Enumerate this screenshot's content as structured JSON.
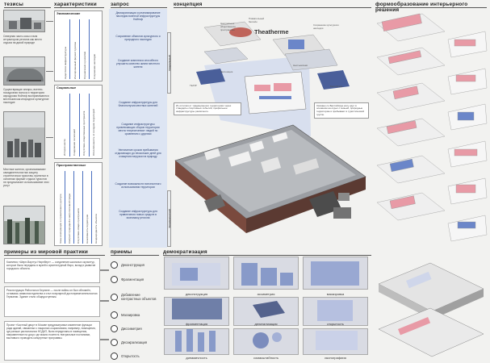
{
  "sections": {
    "theses": "тезисы",
    "characteristics": "характеристики",
    "request": "запрос",
    "concept": "концепция",
    "interior": "формообразование интерьерного решения",
    "world_examples": "примеры из мировой практики",
    "techniques": "приемы",
    "democratization": "демократизация"
  },
  "theses": [
    "Северная часть косы стала аттрактором региона как место отдыха на дикой природе",
    "Существующие ангары, военно-посадочная полоса и территория аэродрома Нойтиф воспринимаются местными как инородное культурное наследие",
    "Местные жители, организовывают самодеятельностью защиту стратегически туристам, принятых в основном формат отдыха туристов не предполагает использование этих услуг"
  ],
  "characteristics": {
    "economic": {
      "title": "Экономические",
      "items": [
        "Недостаток инфраструктуры",
        "Изолированный формат туризма",
        "Ограничения в развитии",
        "Сохранение наследия"
      ]
    },
    "social": {
      "title": "Социальные",
      "items": [
        "История места",
        "Соединение поселений",
        "Отсутствие общественных пространств",
        "Обособленность от соседних территорий"
      ]
    },
    "spatial": {
      "title": "Пространственные",
      "items": [
        "Зоны консервации и ограниченного доступа",
        "Контраст природной и антропогенной среды",
        "Отсутствие общих пространств",
        "Неактивность территории",
        "Неоднородность объектов"
      ]
    }
  },
  "requests": [
    "Демократизация и реанимирование наследия военной инфраструктуры Нойтиф",
    "Сохранение объектов культурного и природного наследия",
    "Создание комплекса способного улучшить качество жизни местного жителя",
    "Создание инфраструктуры для благополучия местных жителей",
    "Создание инфраструктуры привлекающих сборов территории места «пересечения» людей по сравнению с другими",
    "Увеличение сроков пребывания отдыхающих до нескольких дней для очищения нагрузки на природу",
    "Создание возможности всесезонного использования территории",
    "Создание инфраструктуры для привлечения новых средств в экономику региона"
  ],
  "request_tabs": [
    "Социальный",
    "Экономический"
  ],
  "concept": {
    "brand": "Theatherme",
    "notes": [
      "Их отличия от традиционного территориях через стандарты спортивных событий, профильное инфраструктуры различного.",
      "Связано со Балтийскую косу идут в основном на отдых с семьей, природные территорию и пребывают в туристической группе."
    ],
    "tags": [
      "Центральное общественное пространство",
      "Плавательный бассейн",
      "Сохранение культурного наследия",
      "Экспозиция",
      "Неотъемлемо",
      "ТЕАТР",
      "Балтийское"
    ]
  },
  "world_examples": [
    "Комплекс «Шерн-Варгтус Нюрнберг» — соединение школьных скульптур, которые были переданы в музей и архитектурный бюро, вклад в развитие городского объекта.",
    "Реконструкция Рейхстага в Берлине — после войны он был обновлён, оставаясь символом единства и стал популярной достопримечательностью Германии. Здание стало общедоступным.",
    "Проект «Частный двор» в Москве предусматривал изменение функции ряда зданий, связанных с национал-социализмом, например, помещения, где раньше располагался НСДАП, были переделаны в помещения, направленные на досуг, где можно посетить театральные постановки, выставки и проводить концертные программы."
  ],
  "techniques": [
    "Деконструкция",
    "Фрагментация",
    "Добавление контрастных объектов",
    "Маскировка",
    "Диссиметрия",
    "Десакрализация",
    "Открытость"
  ],
  "democratization": [
    "деконструкция",
    "ассиметрия",
    "маскировка",
    "фрагментация",
    "делатализация",
    "открытость",
    "динамичность",
    "сомасштабность",
    "иконографиия"
  ],
  "colors": {
    "accent_blue": "#4a6fbf",
    "request_strip": "#dde5f3",
    "brick": "#7a4a3e",
    "roof_gray": "#9b9ea3",
    "interior_pink": "#e89aa6"
  }
}
